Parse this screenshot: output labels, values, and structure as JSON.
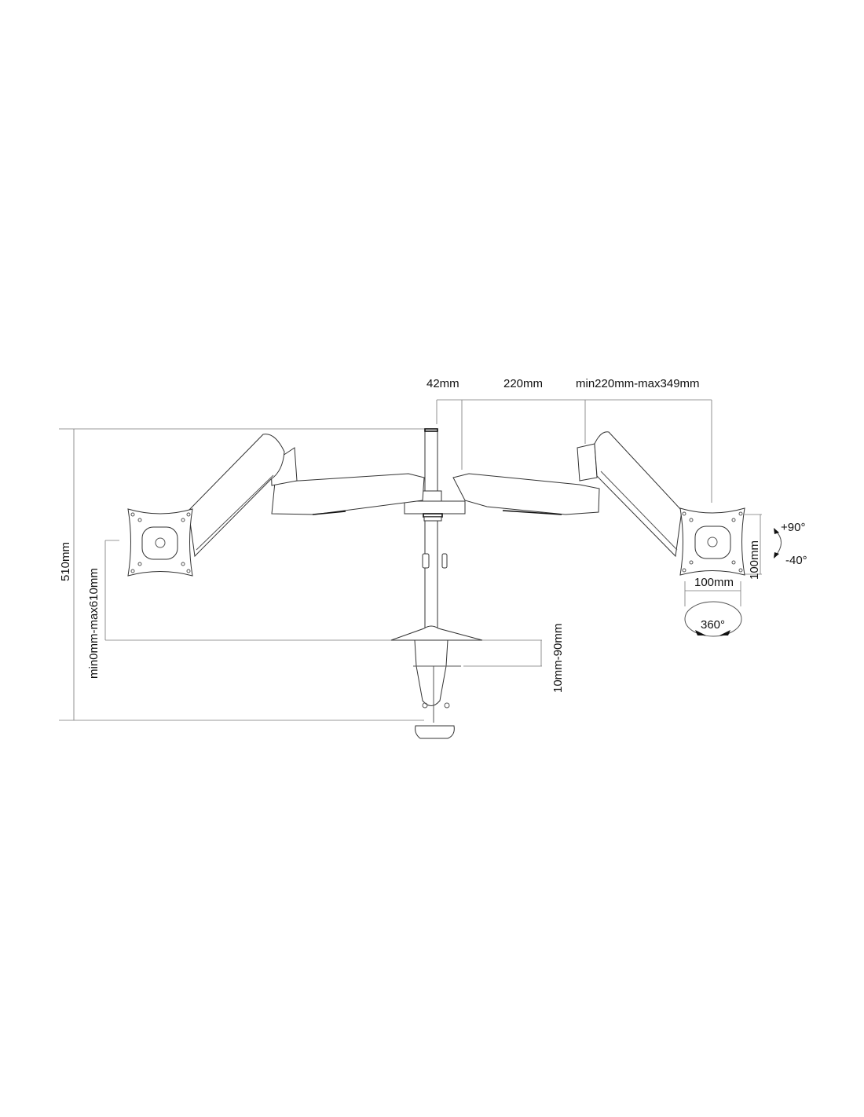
{
  "dimensions": {
    "pole_offset": "42mm",
    "lower_arm_length": "220mm",
    "upper_arm_reach": "min220mm-max349mm",
    "total_height": "510mm",
    "height_adjust": "min0mm-max610mm",
    "desk_thickness": "10mm-90mm",
    "vesa_height": "100mm",
    "vesa_width": "100mm",
    "tilt_up": "+90°",
    "tilt_down": "-40°",
    "rotation": "360°"
  }
}
